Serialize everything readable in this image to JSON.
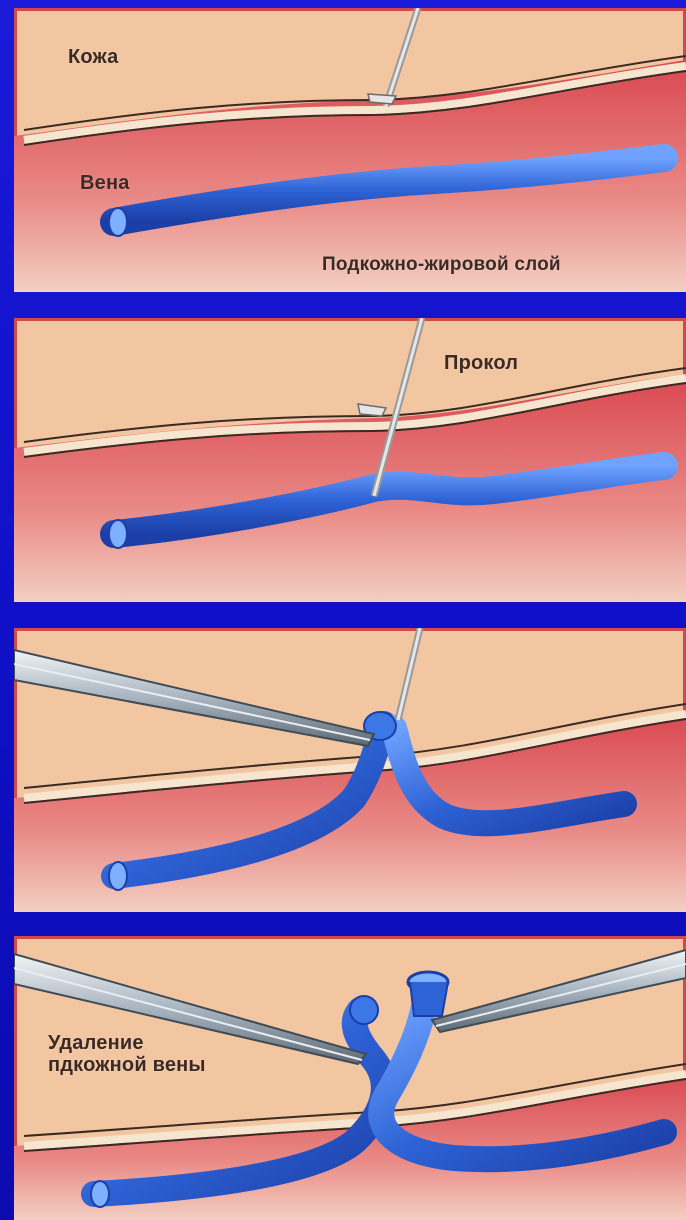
{
  "colors": {
    "background": "#1414cc",
    "panel_border": "#cf4a4a",
    "skin": "#f3c6a2",
    "tissue": "#e2646b",
    "vein": "#2f66d8",
    "needle": "#c9c9c9"
  },
  "icons": [
    "needle-icon",
    "forceps-icon",
    "vein-shape"
  ],
  "panels": [
    {
      "step": 1,
      "labels": {
        "skin": "Кожа",
        "vein": "Вена",
        "fat_layer": "Подкожно-жировой слой"
      }
    },
    {
      "step": 2,
      "labels": {
        "puncture": "Прокол"
      }
    },
    {
      "step": 3,
      "labels": {}
    },
    {
      "step": 4,
      "labels": {
        "removal": "Удаление\nпдкожной вены"
      }
    }
  ]
}
